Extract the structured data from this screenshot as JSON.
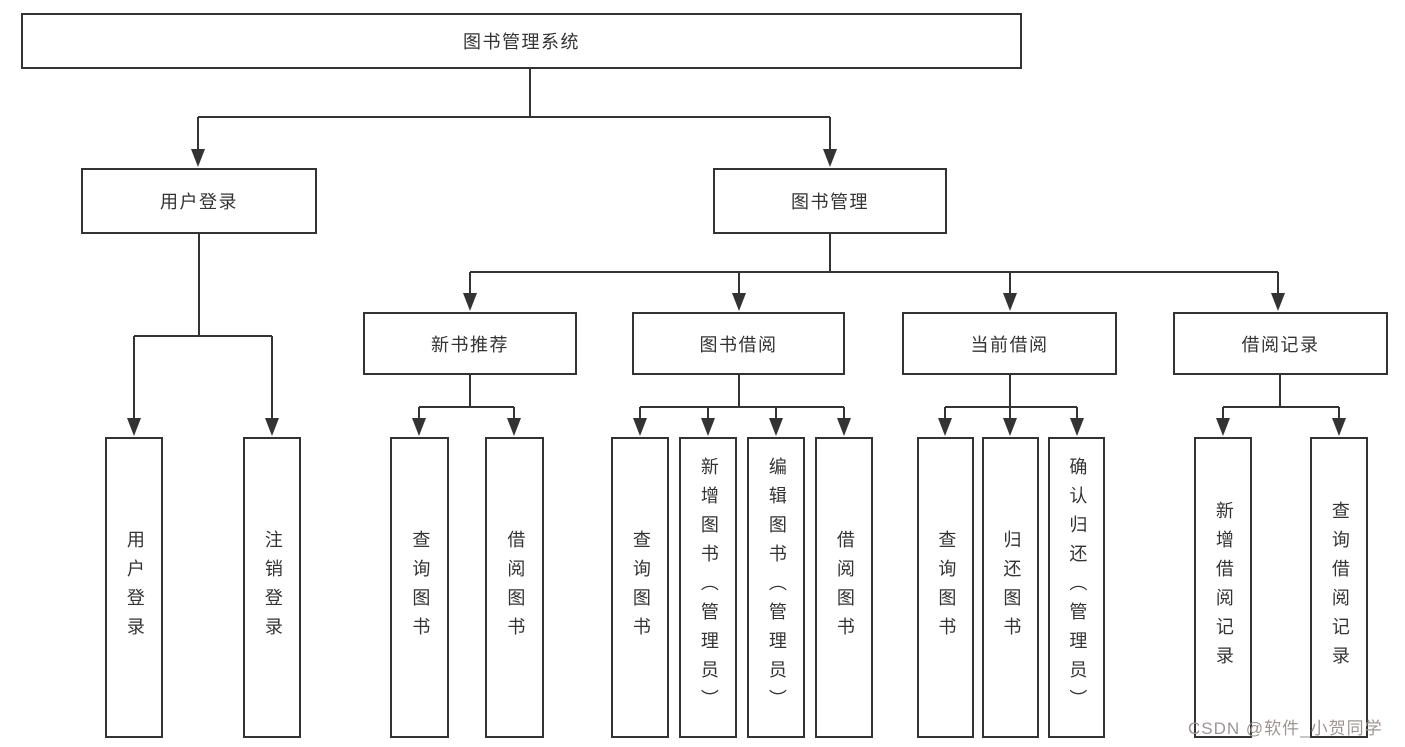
{
  "diagram": {
    "title_node": {
      "label": "图书管理系统",
      "children": [
        {
          "label": "用户登录",
          "children": [
            {
              "label": "用户登录"
            },
            {
              "label": "注销登录"
            }
          ]
        },
        {
          "label": "图书管理",
          "children": [
            {
              "label": "新书推荐",
              "children": [
                {
                  "label": "查询图书"
                },
                {
                  "label": "借阅图书"
                }
              ]
            },
            {
              "label": "图书借阅",
              "children": [
                {
                  "label": "查询图书"
                },
                {
                  "label": "新增图书（管理员）"
                },
                {
                  "label": "编辑图书（管理员）"
                },
                {
                  "label": "借阅图书"
                }
              ]
            },
            {
              "label": "当前借阅",
              "children": [
                {
                  "label": "查询图书"
                },
                {
                  "label": "归还图书"
                },
                {
                  "label": "确认归还（管理员）"
                }
              ]
            },
            {
              "label": "借阅记录",
              "children": [
                {
                  "label": "新增借阅记录"
                },
                {
                  "label": "查询借阅记录"
                }
              ]
            }
          ]
        }
      ]
    }
  },
  "watermark": {
    "text": "CSDN @软件_小贺同学"
  },
  "colors": {
    "line": "#333333",
    "box_border": "#333333",
    "text": "#333333",
    "background": "#ffffff",
    "watermark": "#9e9494"
  }
}
